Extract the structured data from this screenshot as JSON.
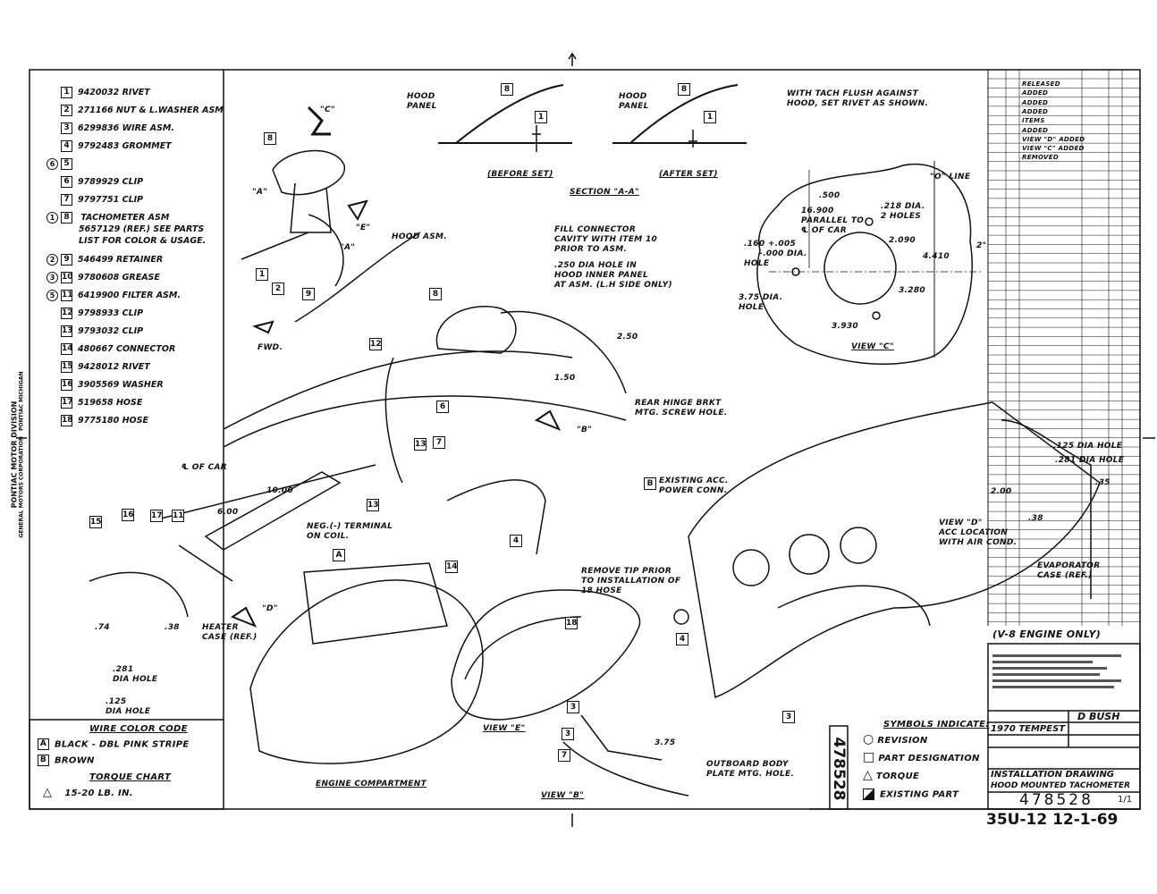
{
  "parts_list": [
    {
      "item": "1",
      "number": "9420032",
      "desc": "RIVET"
    },
    {
      "item": "2",
      "number": "271166",
      "desc": "NUT & L.WASHER ASM"
    },
    {
      "item": "3",
      "number": "6299836",
      "desc": "WIRE ASM."
    },
    {
      "item": "4",
      "number": "9792483",
      "desc": "GROMMET"
    },
    {
      "item": "5",
      "number": "",
      "desc": "",
      "revision": "6"
    },
    {
      "item": "6",
      "number": "9789929",
      "desc": "CLIP"
    },
    {
      "item": "7",
      "number": "9797751",
      "desc": "CLIP"
    },
    {
      "item": "8",
      "number": "",
      "desc": "TACHOMETER ASM",
      "revision": "1",
      "note": "5657129 (REF.) SEE PARTS\nLIST FOR COLOR & USAGE."
    },
    {
      "item": "9",
      "number": "546499",
      "desc": "RETAINER",
      "revision": "2"
    },
    {
      "item": "10",
      "number": "9780608",
      "desc": "GREASE",
      "revision": "3"
    },
    {
      "item": "11",
      "number": "6419900",
      "desc": "FILTER ASM.",
      "revision": "5"
    },
    {
      "item": "12",
      "number": "9798933",
      "desc": "CLIP"
    },
    {
      "item": "13",
      "number": "9793032",
      "desc": "CLIP"
    },
    {
      "item": "14",
      "number": "480667",
      "desc": "CONNECTOR"
    },
    {
      "item": "15",
      "number": "9428012",
      "desc": "RIVET"
    },
    {
      "item": "16",
      "number": "3905569",
      "desc": "WASHER"
    },
    {
      "item": "17",
      "number": "519658",
      "desc": "HOSE"
    },
    {
      "item": "18",
      "number": "9775180",
      "desc": "HOSE"
    }
  ],
  "wire_color": {
    "title": "WIRE COLOR CODE",
    "items": [
      {
        "code": "A",
        "desc": "BLACK - DBL PINK STRIPE"
      },
      {
        "code": "B",
        "desc": "BROWN"
      }
    ]
  },
  "torque_chart": {
    "title": "TORQUE CHART",
    "value": "15-20 LB. IN."
  },
  "symbols": {
    "title": "SYMBOLS INDICATE:",
    "items": [
      "REVISION",
      "PART DESIGNATION",
      "TORQUE",
      "EXISTING PART"
    ]
  },
  "revisions": [
    "RELEASED",
    "ADDED",
    "ADDED",
    "ADDED",
    "ITEMS",
    "ADDED",
    "VIEW \"D\" ADDED",
    "VIEW \"C\" ADDED",
    "REMOVED"
  ],
  "side_text": {
    "division": "PONTIAC MOTOR DIVISION",
    "corp": "GENERAL MOTORS CORPORATION",
    "city": "PONTIAC MICHIGAN"
  },
  "title_block": {
    "engine_note": "(V-8 ENGINE ONLY)",
    "model": "1970 TEMPEST",
    "drawn_by": "D BUSH",
    "title_line1": "INSTALLATION DRAWING",
    "title_line2": "HOOD MOUNTED TACHOMETER",
    "drawing_number": "478528",
    "sheet": "1/1",
    "footer_code": "35U-12  12-1-69",
    "vertical_number": "478528"
  },
  "labels": {
    "view_c_arrow": "\"C\"",
    "a1": "\"A\"",
    "a2": "\"A\"",
    "e_arrow": "\"E\"",
    "hood_asm": "HOOD ASM.",
    "fwd": "FWD.",
    "hood_panel_1": "HOOD\nPANEL",
    "before_set": "(BEFORE SET)",
    "hood_panel_2": "HOOD\nPANEL",
    "after_set": "(AFTER SET)",
    "section_aa": "SECTION \"A-A\"",
    "tach_flush": "WITH TACH FLUSH AGAINST\nHOOD, SET RIVET AS SHOWN.",
    "o_line": "\"O\" LINE",
    "dim_500": ".500",
    "dim_16900": "16.900\nPARALLEL TO\n℄ OF CAR",
    "dim_218": ".218 DIA.\n2 HOLES",
    "dim_2090": "2.090",
    "dim_4410": "4.410",
    "dim_160": ".160 +.005\n     -.000 DIA.\nHOLE",
    "dim_375": "3.75 DIA.\nHOLE",
    "dim_3280": "3.280",
    "dim_3930": "3.930",
    "view_c": "VIEW \"C\"",
    "deg_2": "2°",
    "fill_connector": "FILL CONNECTOR\nCAVITY WITH ITEM 10\nPRIOR TO ASM.",
    "hole_250": ".250 DIA HOLE IN\nHOOD INNER PANEL\nAT ASM. (L.H SIDE ONLY)",
    "dim_250": "2.50",
    "dim_150": "1.50",
    "rear_hinge": "REAR HINGE BRKT\nMTG. SCREW HOLE.",
    "b_arrow": "\"B\"",
    "cl_car": "℄ OF CAR",
    "dim_1000": "10.00",
    "dim_600": "6.00",
    "neg_terminal": "NEG.(-) TERMINAL\nON COIL.",
    "remove_tip": "REMOVE TIP PRIOR\nTO INSTALLATION OF\n18 HOSE",
    "view_e": "VIEW \"E\"",
    "d_arrow": "\"D\"",
    "dim_74": ".74",
    "dim_281": ".281\nDIA HOLE",
    "dim_38": ".38",
    "dim_125": ".125\nDIA HOLE",
    "heater_case": "HEATER\nCASE (REF.)",
    "engine_compartment": "ENGINE COMPARTMENT",
    "view_b": "VIEW \"B\"",
    "outboard": "OUTBOARD BODY\nPLATE MTG. HOLE.",
    "dim_375b": "3.75",
    "existing_acc": "EXISTING ACC.\nPOWER CONN.",
    "d125": ".125 DIA HOLE",
    "d281": ".281 DIA HOLE",
    "d35": ".35",
    "d200": "2.00",
    "d38": ".38",
    "view_d": "VIEW \"D\"\nACC LOCATION\nWITH AIR COND.",
    "evaporator": "EVAPORATOR\nCASE (REF.)"
  },
  "callouts": [
    "8",
    "1",
    "2",
    "9",
    "8",
    "12",
    "6",
    "7",
    "13",
    "13",
    "15",
    "16",
    "17",
    "11",
    "14",
    "A",
    "4",
    "3",
    "8",
    "1",
    "8",
    "1",
    "4",
    "3",
    "3",
    "7",
    "B",
    "18"
  ]
}
